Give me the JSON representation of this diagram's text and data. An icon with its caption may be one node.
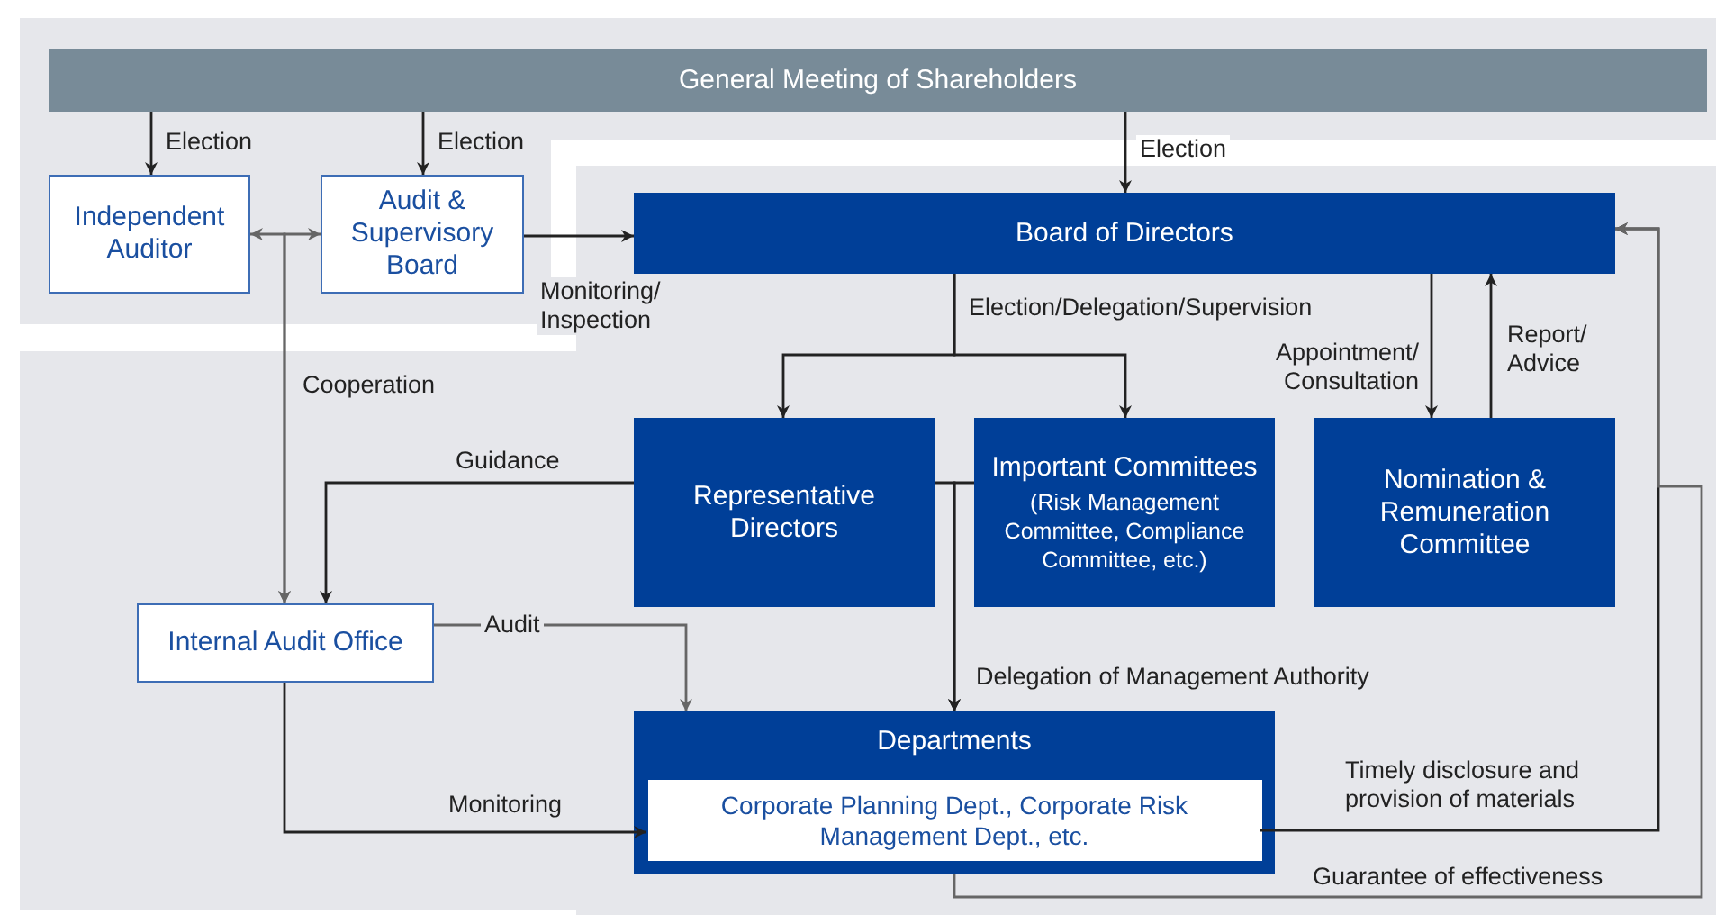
{
  "diagram": {
    "nodes": [
      {
        "text": [
          "General Meeting of Shareholders"
        ]
      },
      {
        "text": [
          "Independent Auditor"
        ]
      },
      {
        "text": [
          "Audit & Supervisory Board"
        ]
      },
      {
        "text": [
          "Board of Directors"
        ]
      },
      {
        "text": [
          "Representative Directors"
        ]
      },
      {
        "text": [
          "Important Committees",
          "(Risk Management Committee, Compliance Committee, etc.)"
        ]
      },
      {
        "text": [
          "Nomination & Remuneration Committee"
        ]
      },
      {
        "text": [
          "Internal Audit Office"
        ]
      },
      {
        "text": [
          "Departments"
        ]
      },
      {
        "text": [
          "Corporate Planning Dept., Corporate Risk Management Dept., etc."
        ],
        "in": 8
      }
    ],
    "edges": [
      {
        "from": 0,
        "to": 1,
        "arrow": "to",
        "label": "Election"
      },
      {
        "from": 0,
        "to": 2,
        "arrow": "to",
        "label": "Election"
      },
      {
        "from": 0,
        "to": 3,
        "arrow": "to",
        "label": "Election"
      },
      {
        "from": 2,
        "to": 3,
        "arrow": "to",
        "label": "Monitoring/ Inspection"
      },
      {
        "from": 7,
        "to": 1,
        "arrow": "both",
        "label": "Cooperation",
        "color": "#666666"
      },
      {
        "from": 7,
        "to": 2,
        "arrow": "both",
        "color": "#666666"
      },
      {
        "from": 3,
        "to": 4,
        "arrow": "to",
        "label": "Election/Delegation/Supervision"
      },
      {
        "from": 3,
        "to": 5,
        "arrow": "to"
      },
      {
        "from": 3,
        "to": 6,
        "arrow": "to",
        "label": "Appointment/ Consultation"
      },
      {
        "from": 6,
        "to": 3,
        "arrow": "to",
        "label": "Report/ Advice"
      },
      {
        "from": 4,
        "to": 7,
        "arrow": "to",
        "label": "Guidance"
      },
      {
        "from": 4,
        "to": 8,
        "arrow": "to",
        "label": "Delegation of Management Authority"
      },
      {
        "from": 5,
        "to": 8,
        "arrow": "to"
      },
      {
        "from": 7,
        "to": 8,
        "arrow": "to",
        "label": "Audit",
        "color": "#666666"
      },
      {
        "from": 7,
        "to": 9,
        "arrow": "to",
        "label": "Monitoring"
      },
      {
        "from": 9,
        "to": 3,
        "arrow": "to",
        "label": "Timely disclosure and provision of materials"
      },
      {
        "from": 8,
        "to": 3,
        "arrow": "to",
        "label": "Guarantee of effectiveness",
        "color": "#666666"
      }
    ]
  }
}
